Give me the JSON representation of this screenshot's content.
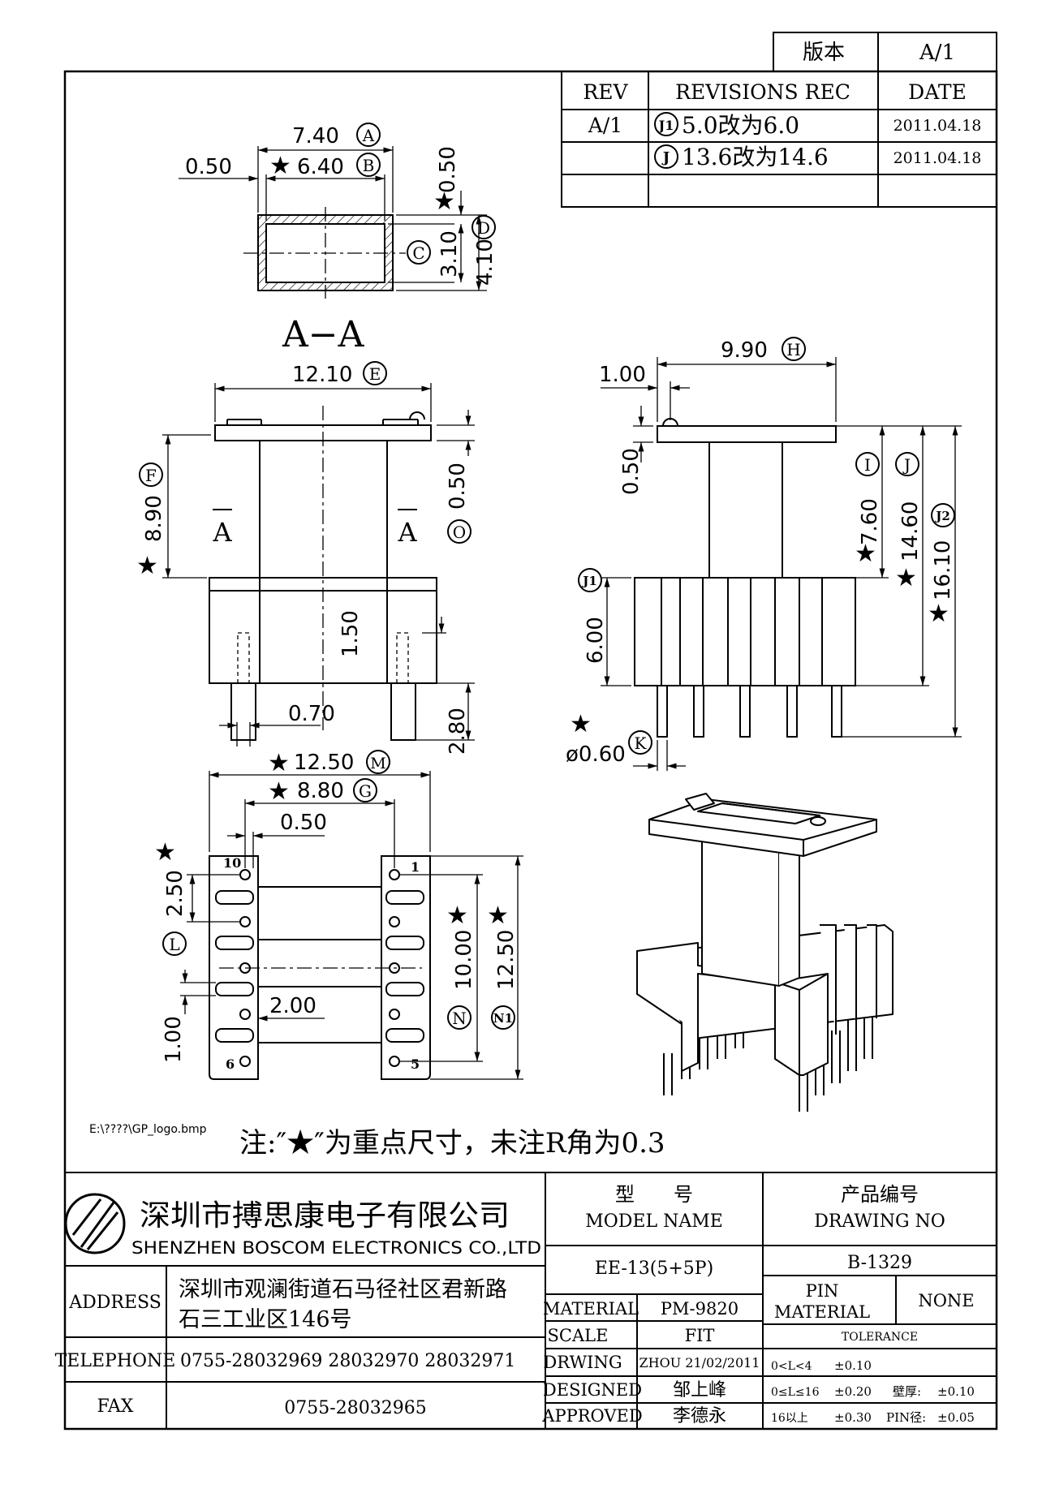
{
  "version_box": {
    "label": "版本",
    "value": "A/1"
  },
  "revisions": {
    "headers": {
      "rev": "REV",
      "rec": "REVISIONS REC",
      "date": "DATE"
    },
    "rows": [
      {
        "rev": "A/1",
        "tag": "J1",
        "text": "5.0改为6.0",
        "date": "2011.04.18"
      },
      {
        "rev": "",
        "tag": "J",
        "text": "13.6改为14.6",
        "date": "2011.04.18"
      },
      {
        "rev": "",
        "tag": "",
        "text": "",
        "date": ""
      }
    ]
  },
  "section": {
    "dim_740": "7.40",
    "tag_A": "A",
    "dim_050": "0.50",
    "dim_640": "6.40",
    "tag_B": "B",
    "dim_050v": "0.50",
    "tag_C": "C",
    "dim_310": "3.10",
    "tag_D": "D",
    "dim_410": "4.10"
  },
  "front": {
    "title": "A−A",
    "dim_1210": "12.10",
    "tag_E": "E",
    "tag_F": "F",
    "dim_890": "8.90",
    "cut_left": "A",
    "cut_right": "A",
    "dim_050": "0.50",
    "tag_O": "O",
    "dim_150": "1.50",
    "dim_070": "0.70",
    "dim_280": "2.80"
  },
  "side": {
    "dim_100": "1.00",
    "dim_990": "9.90",
    "tag_H": "H",
    "dim_050": "0.50",
    "tag_I": "I",
    "tag_J": "J",
    "tag_J2": "J2",
    "tag_J1": "J1",
    "dim_760": "7.60",
    "dim_1460": "14.60",
    "dim_1610": "16.10",
    "dim_600": "6.00",
    "dim_pin": "ø0.60",
    "tag_K": "K"
  },
  "bottom": {
    "dim_1250": "12.50",
    "tag_M": "M",
    "dim_880": "8.80",
    "tag_G": "G",
    "dim_050": "0.50",
    "dim_250": "2.50",
    "tag_L": "L",
    "dim_200": "2.00",
    "dim_100": "1.00",
    "dim_1000": "10.00",
    "tag_N": "N",
    "dim_1250v": "12.50",
    "tag_N1": "N1",
    "pin_10": "10",
    "pin_1": "1",
    "pin_6": "6",
    "pin_5": "5"
  },
  "logo_path": "E:\\????\\GP_logo.bmp",
  "note": "注:″★″为重点尺寸，未注R角为0.3",
  "title_block": {
    "company_cn": "深圳市搏思康电子有限公司",
    "company_en": "SHENZHEN BOSCOM ELECTRONICS CO.,LTD",
    "model_label_cn": "型　　号",
    "model_label_en": "MODEL NAME",
    "model_value": "EE-13(5+5P)",
    "drawing_label_cn": "产品编号",
    "drawing_label_en": "DRAWING NO",
    "drawing_value": "B-1329",
    "address_label": "ADDRESS",
    "address_line1": "深圳市观澜街道石马径社区君新路",
    "address_line2": "石三工业区146号",
    "telephone_label": "TELEPHONE",
    "telephone_value": "0755-28032969 28032970 28032971",
    "fax_label": "FAX",
    "fax_value": "0755-28032965",
    "material_label": "MATERIAL",
    "material_value": "PM-9820",
    "scale_label": "SCALE",
    "scale_value": "FIT",
    "drwing_label": "DRWING",
    "drwing_value": "ZHOU 21/02/2011",
    "designed_label": "DESIGNED",
    "designed_value": "邹上峰",
    "approved_label": "APPROVED",
    "approved_value": "李德永",
    "pin_label": "PIN",
    "pin_material_label": "MATERIAL",
    "pin_value": "NONE",
    "tolerance_label": "TOLERANCE",
    "tol_1_range": "0<L<4",
    "tol_1_value": "±0.10",
    "tol_2_range": "0≤L≤16",
    "tol_2_value": "±0.20",
    "tol_wall_label": "壁厚:",
    "tol_wall_value": "±0.10",
    "tol_3_range": "16以上",
    "tol_3_value": "±0.30",
    "tol_pin_label": "PIN径:",
    "tol_pin_value": "±0.05"
  }
}
